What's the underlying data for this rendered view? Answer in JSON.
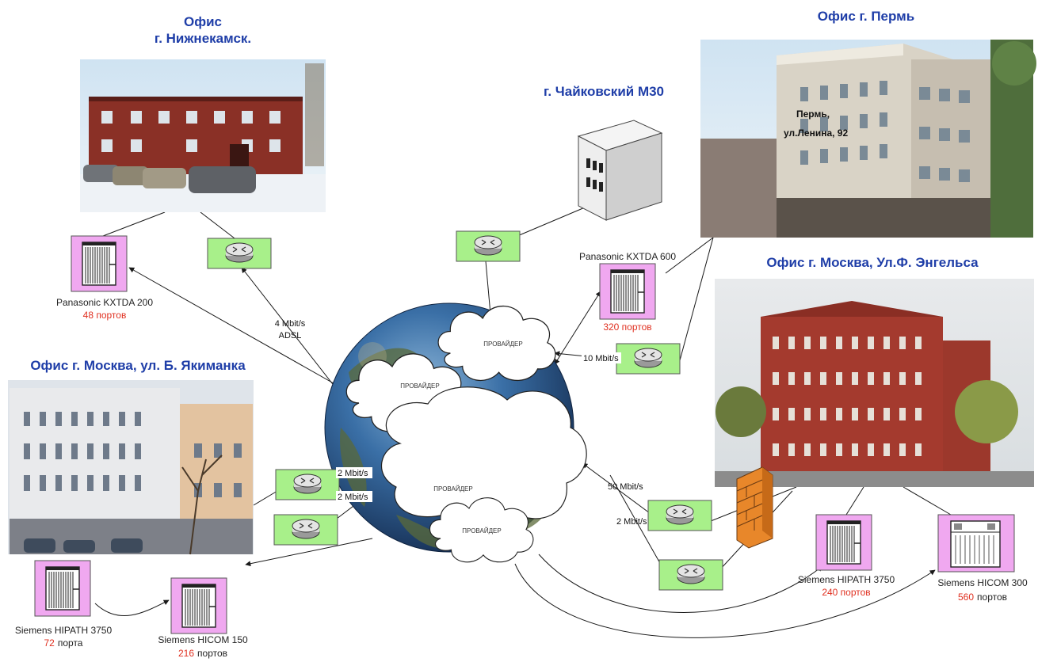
{
  "offices": {
    "nizhnekamsk_line1": "Офис",
    "nizhnekamsk_line2": "г. Нижнекамск.",
    "chaikovsky": "г. Чайковский М30",
    "perm": "Офис г. Пермь",
    "perm_address_line1": "Пермь,",
    "perm_address_line2": "ул.Ленина, 92",
    "moscow_engelsa": "Офис г. Москва, Ул.Ф. Энгельса",
    "moscow_yakimanka": "Офис г. Москва, ул. Б. Якиманка"
  },
  "devices": {
    "kxtda200": {
      "name": "Panasonic KXTDA 200",
      "ports": "48 портов"
    },
    "kxtda600": {
      "name": "Panasonic KXTDA 600",
      "ports": "320 портов"
    },
    "hipath_engelsa": {
      "name": "Siemens HIPATH 3750",
      "ports": "240 портов"
    },
    "hicom300": {
      "name": "Siemens HICOM 300",
      "ports_num": "560",
      "ports_word": "портов"
    },
    "hipath_yakimanka": {
      "name": "Siemens HIPATH 3750",
      "ports_num": "72",
      "ports_word": "порта"
    },
    "hicom150": {
      "name": "Siemens HICOM 150",
      "ports_num": "216",
      "ports_word": "портов"
    }
  },
  "links": {
    "adsl_speed": "4 Mbit/s",
    "adsl_type": "ADSL",
    "perm_speed": "10 Mbit/s",
    "yak_top": "2 Mbit/s",
    "yak_bottom": "2 Mbit/s",
    "eng_top": "50 Mbit/s",
    "eng_bottom": "2 Mbit/s"
  },
  "clouds": {
    "left": "ПРОВАЙДЕР",
    "top": "ПРОВАЙДЕР",
    "center": "ПРОВАЙДЕР",
    "bottom": "ПРОВАЙДЕР"
  },
  "colors": {
    "title": "#1f3ea8",
    "pbx_bg": "#f0a8f0",
    "router_bg": "#a8f08a",
    "ports_red": "#e03020",
    "globe": "#2a5d9a",
    "firewall": "#e8872a"
  }
}
